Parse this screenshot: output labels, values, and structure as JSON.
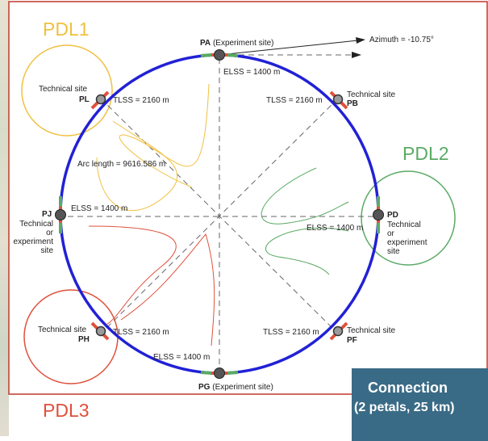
{
  "petals": {
    "pdl1": {
      "label": "PDL1",
      "color": "#f0c040"
    },
    "pdl2": {
      "label": "PDL2",
      "color": "#5aaa64"
    },
    "pdl3": {
      "label": "PDL3",
      "color": "#e0503a"
    }
  },
  "ring_color": "#2121d6",
  "sites": {
    "pa": {
      "code": "PA",
      "desc": "(Experiment site)"
    },
    "pb": {
      "code": "PB",
      "desc": "Technical site"
    },
    "pd": {
      "code": "PD",
      "desc_lines": [
        "Technical",
        "or",
        "experiment",
        "site"
      ]
    },
    "pf": {
      "code": "PF",
      "desc": "Technical site"
    },
    "pg": {
      "code": "PG",
      "desc": "(Experiment site)"
    },
    "ph": {
      "code": "PH",
      "desc": "Technical site"
    },
    "pj": {
      "code": "PJ",
      "desc_lines": [
        "Technical",
        "or",
        "experiment",
        "site"
      ]
    },
    "pl": {
      "code": "PL",
      "desc": "Technical site"
    }
  },
  "labels": {
    "azimuth": "Azimuth = -10.75°",
    "elss_top": "ELSS = 1400 m",
    "elss_left": "ELSS = 1400 m",
    "elss_right": "ELSS = 1400 m",
    "elss_bottom": "ELSS = 1400 m",
    "tlss_pl": "TLSS = 2160 m",
    "tlss_pb": "TLSS = 2160 m",
    "tlss_ph": "TLSS = 2160 m",
    "tlss_pf": "TLSS = 2160 m",
    "arc_length": "Arc length = 9616.586 m"
  },
  "connection": {
    "title": "Connection",
    "subtitle": "(2 petals, 25 km)"
  }
}
